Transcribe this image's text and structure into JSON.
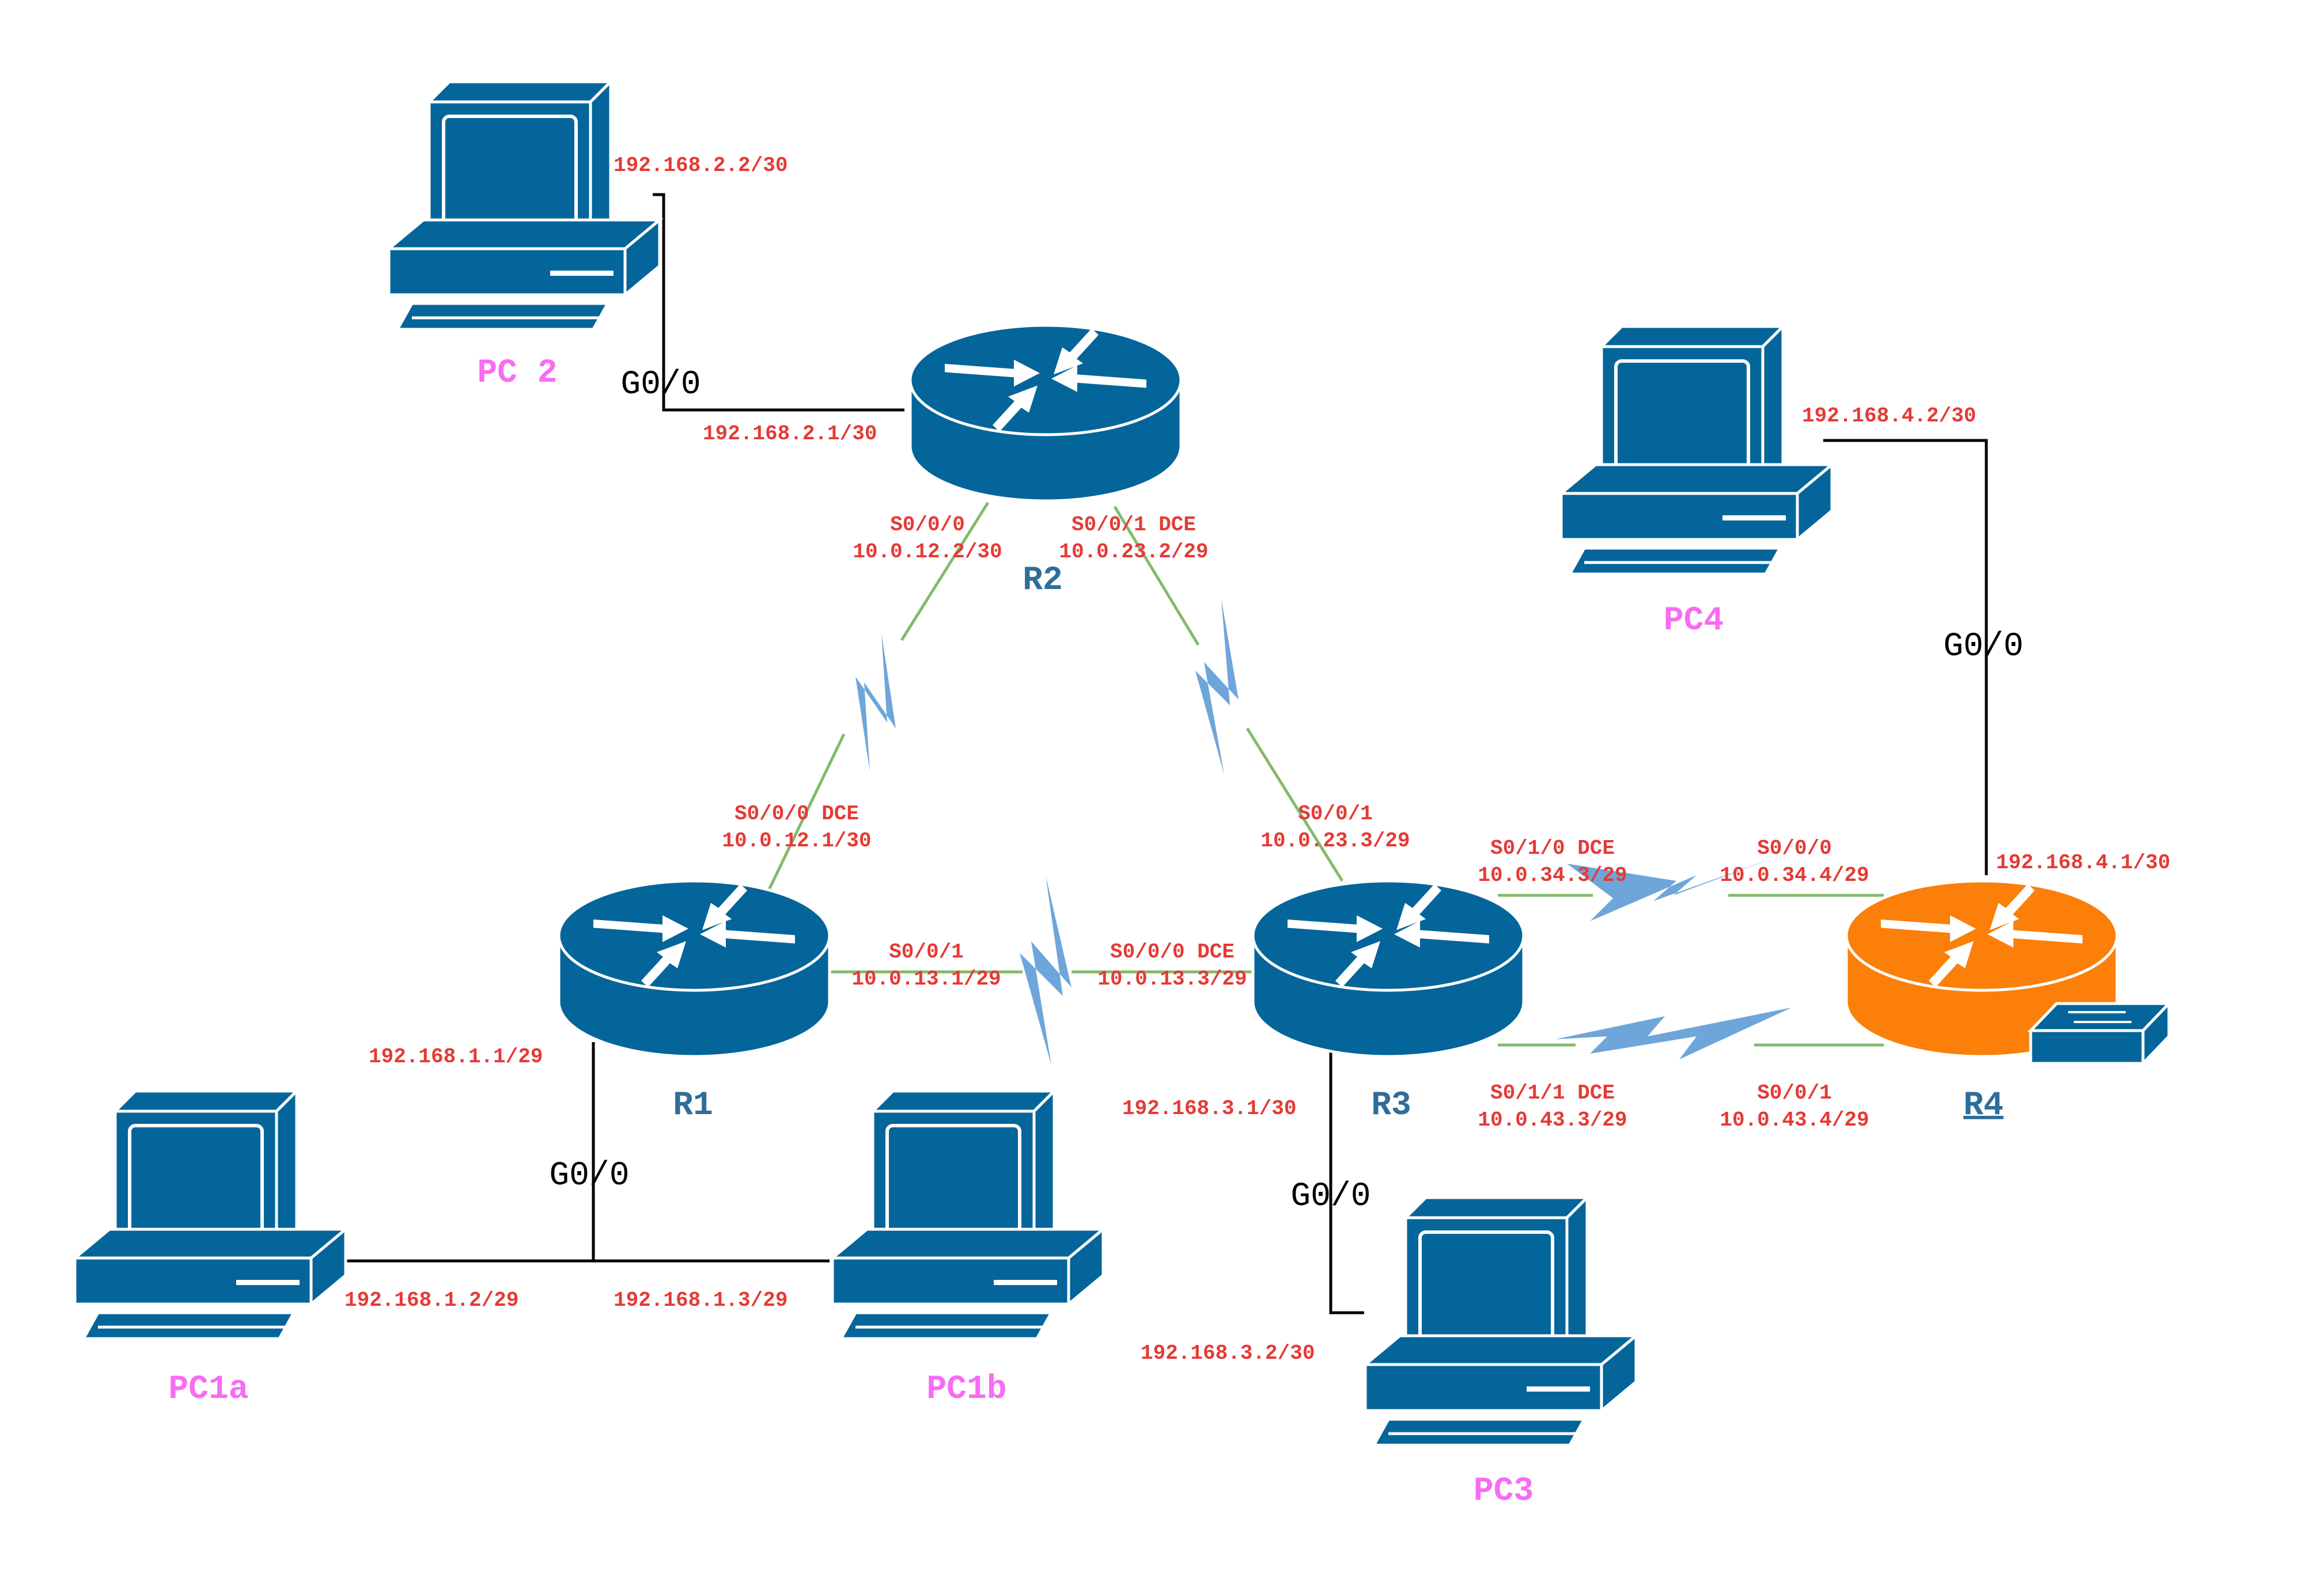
{
  "colors": {
    "device": "#04659a",
    "router_r4": "#fb7f09",
    "ip_label": "#e53a35",
    "pc_label": "#f86cf3",
    "router_label": "#2f6d9a",
    "serial_link": "#83ba6a",
    "serial_bolt": "#6fa6d9",
    "ethernet_link": "#000000",
    "arrow": "#ffffff"
  },
  "devices": {
    "r1": {
      "label": "R1",
      "type": "router"
    },
    "r2": {
      "label": "R2",
      "type": "router"
    },
    "r3": {
      "label": "R3",
      "type": "router"
    },
    "r4": {
      "label": "R4",
      "type": "multilayer-router"
    },
    "pc1a": {
      "label": "PC1a",
      "type": "pc"
    },
    "pc1b": {
      "label": "PC1b",
      "type": "pc"
    },
    "pc2": {
      "label": "PC 2",
      "type": "pc"
    },
    "pc3": {
      "label": "PC3",
      "type": "pc"
    },
    "pc4": {
      "label": "PC4",
      "type": "pc"
    }
  },
  "ports": {
    "pc2_link": "G0/0",
    "pc4_link": "G0/0",
    "r1_lan": "G0/0",
    "r3_lan": "G0/0"
  },
  "addresses": {
    "pc2": "192.168.2.2/30",
    "r2_g00": "192.168.2.1/30",
    "pc4": "192.168.4.2/30",
    "r4_g00": "192.168.4.1/30",
    "r1_g00": "192.168.1.1/29",
    "pc1a": "192.168.1.2/29",
    "pc1b": "192.168.1.3/29",
    "r3_g00": "192.168.3.1/30",
    "pc3": "192.168.3.2/30"
  },
  "serials": {
    "r2_s000": {
      "iface": "S0/0/0",
      "ip": "10.0.12.2/30"
    },
    "r2_s001": {
      "iface": "S0/0/1 DCE",
      "ip": "10.0.23.2/29"
    },
    "r1_s000": {
      "iface": "S0/0/0 DCE",
      "ip": "10.0.12.1/30"
    },
    "r3_s001": {
      "iface": "S0/0/1",
      "ip": "10.0.23.3/29"
    },
    "r1_s001": {
      "iface": "S0/0/1",
      "ip": "10.0.13.1/29"
    },
    "r3_s000": {
      "iface": "S0/0/0 DCE",
      "ip": "10.0.13.3/29"
    },
    "r3_s010": {
      "iface": "S0/1/0 DCE",
      "ip": "10.0.34.3/29"
    },
    "r4_s000": {
      "iface": "S0/0/0",
      "ip": "10.0.34.4/29"
    },
    "r3_s011": {
      "iface": "S0/1/1 DCE",
      "ip": "10.0.43.3/29"
    },
    "r4_s001": {
      "iface": "S0/0/1",
      "ip": "10.0.43.4/29"
    }
  }
}
